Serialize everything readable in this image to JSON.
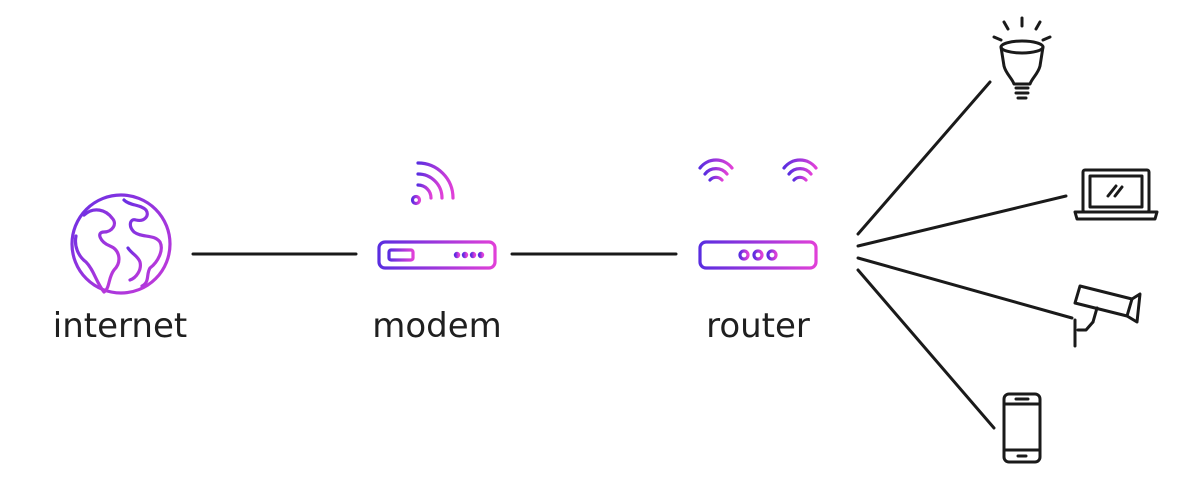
{
  "labels": {
    "internet": "internet",
    "modem": "modem",
    "router": "router"
  },
  "colors": {
    "gradient_start": "#5a2de0",
    "gradient_end": "#e040d8",
    "line": "#1a1a1a",
    "text": "#1f1f1f"
  },
  "icons": {
    "internet": "globe-icon",
    "modem": "modem-icon",
    "router": "router-icon",
    "devices": [
      "smart-bulb-icon",
      "laptop-icon",
      "security-camera-icon",
      "smartphone-icon"
    ]
  }
}
